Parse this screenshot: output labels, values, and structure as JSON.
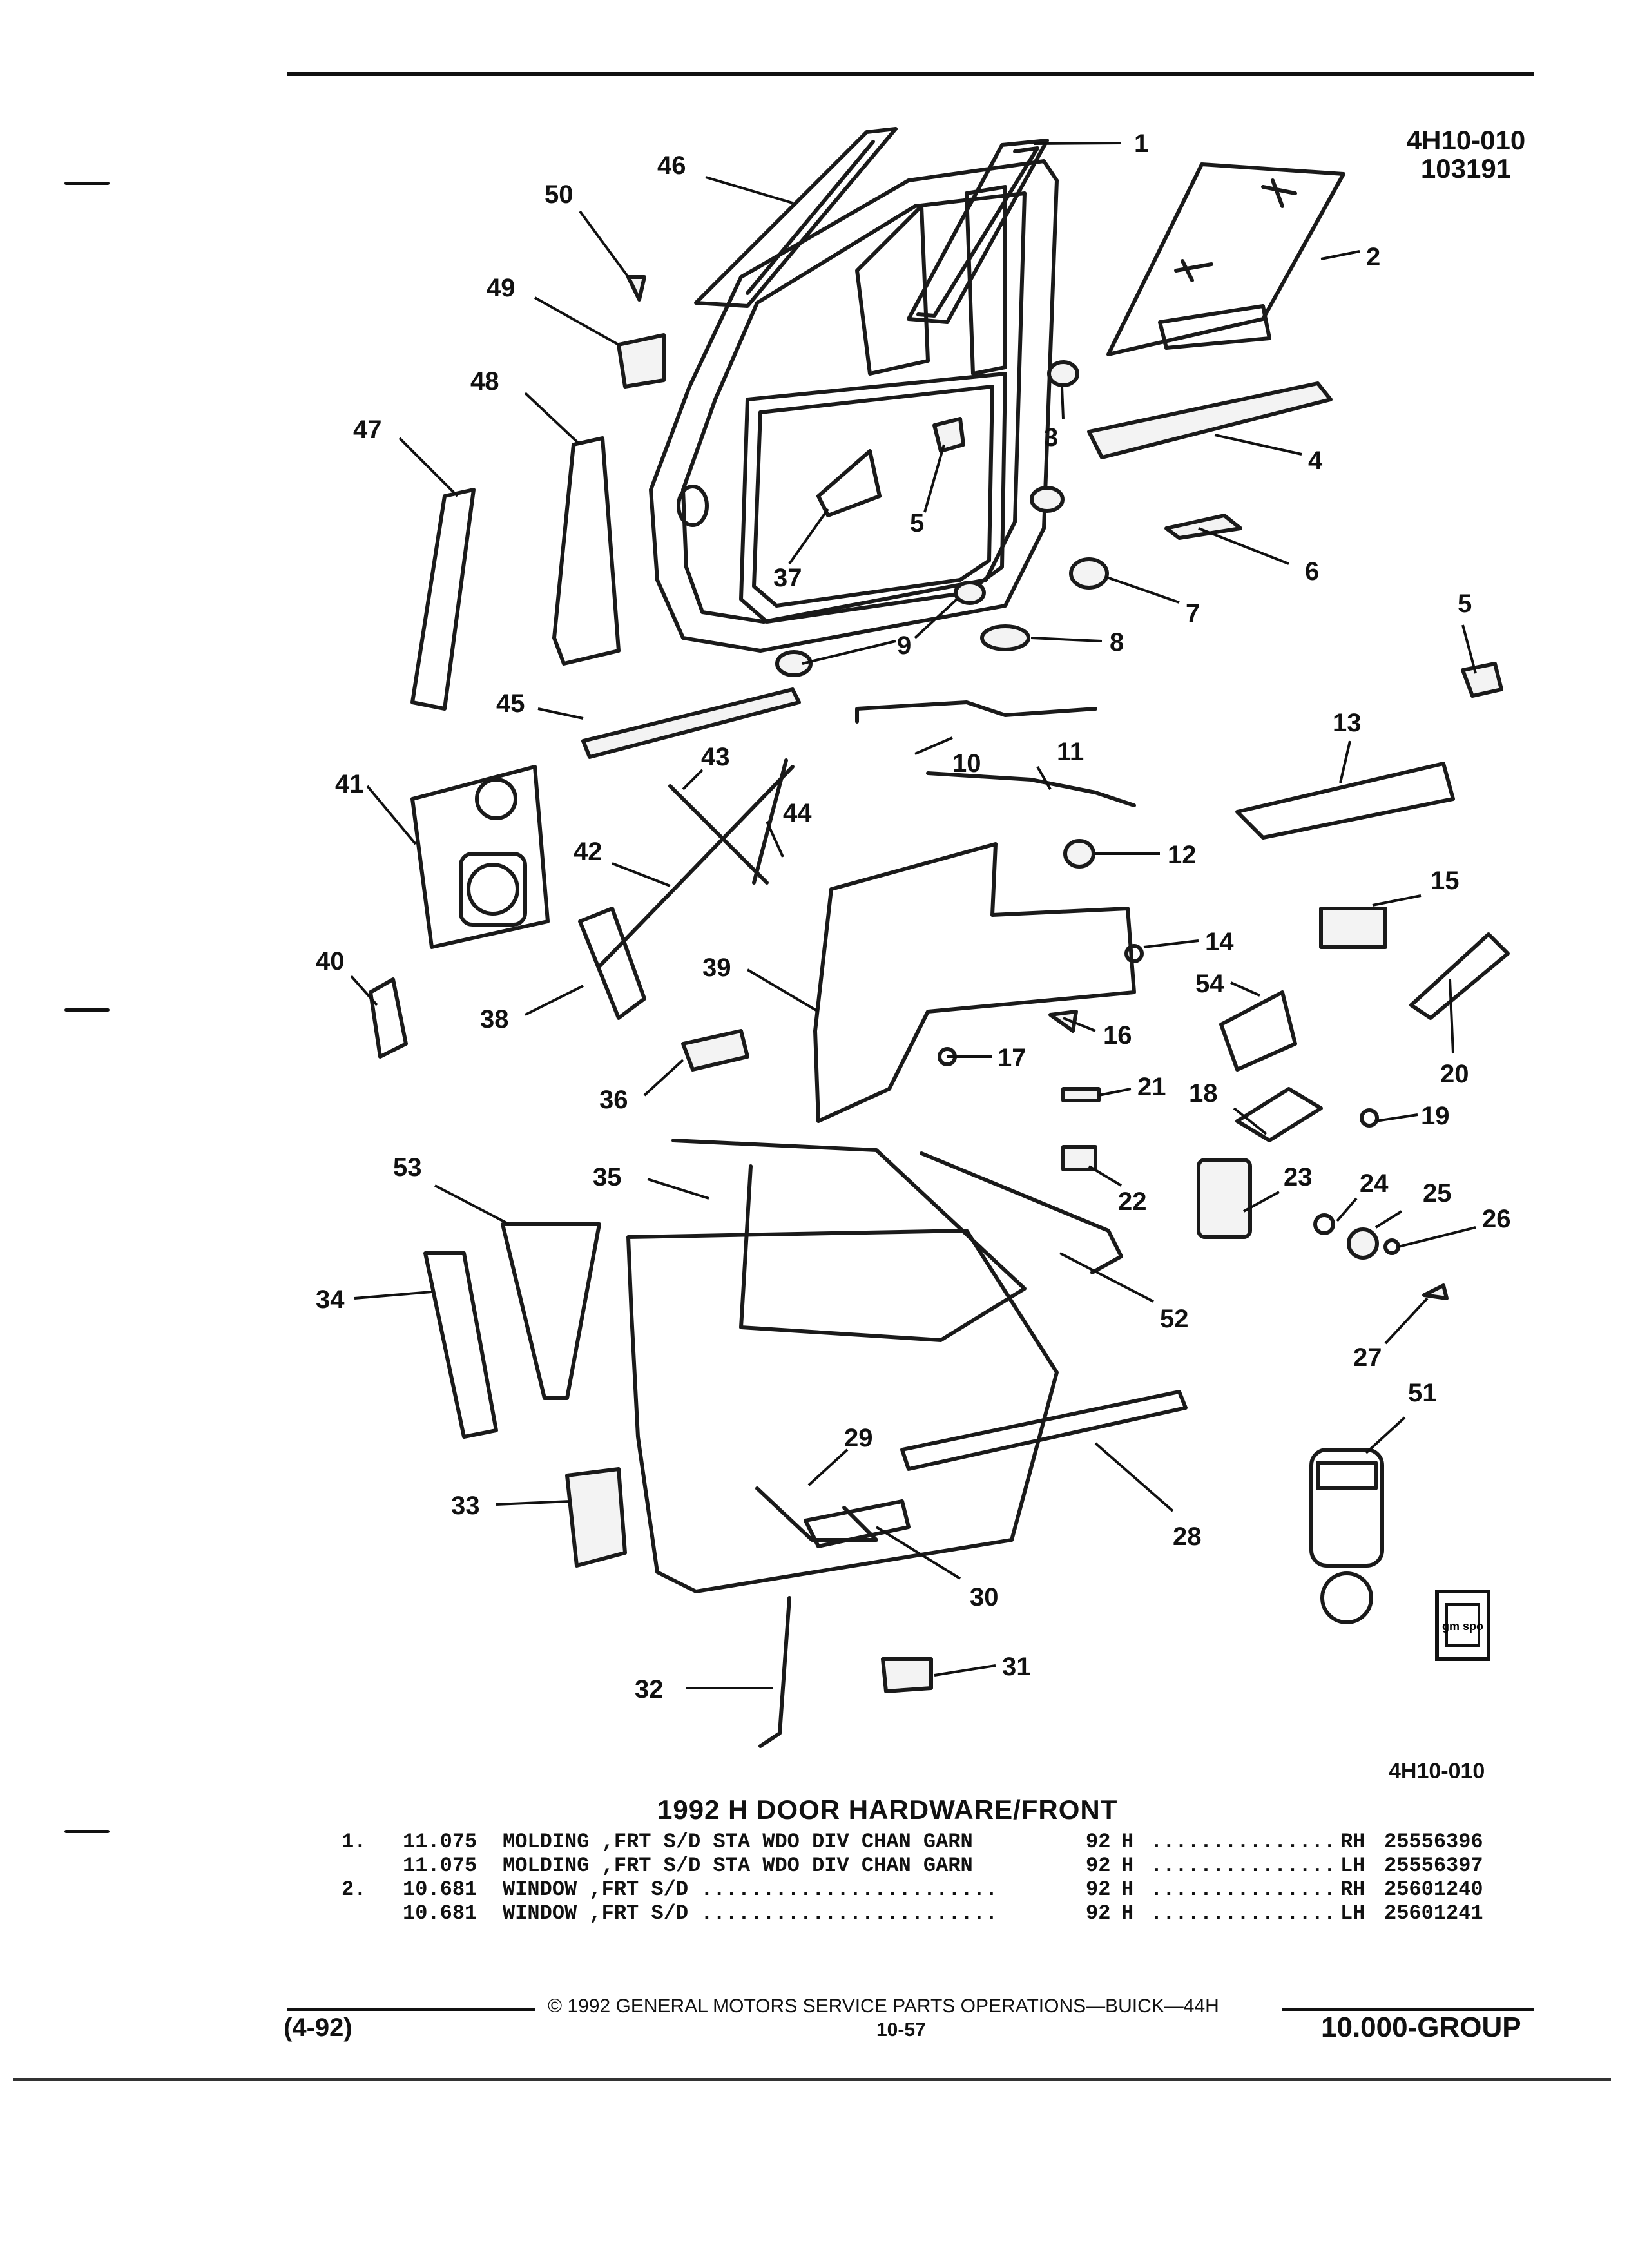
{
  "header": {
    "illustration_code": "4H10-010",
    "illustration_number": "103191"
  },
  "diagram": {
    "callouts": [
      "1",
      "2",
      "3",
      "4",
      "5",
      "5",
      "6",
      "7",
      "8",
      "9",
      "10",
      "11",
      "12",
      "13",
      "14",
      "15",
      "16",
      "17",
      "18",
      "19",
      "20",
      "21",
      "22",
      "23",
      "24",
      "25",
      "26",
      "27",
      "28",
      "29",
      "30",
      "31",
      "32",
      "33",
      "34",
      "35",
      "36",
      "37",
      "38",
      "39",
      "40",
      "41",
      "42",
      "43",
      "44",
      "45",
      "46",
      "47",
      "48",
      "49",
      "50",
      "51",
      "52",
      "53",
      "54"
    ],
    "bottom_code": "4H10-010",
    "logo_text": "gm spo"
  },
  "title": "1992 H DOOR HARDWARE/FRONT",
  "parts": [
    {
      "ref": "1.",
      "code": "11.075",
      "desc": "MOLDING ,FRT S/D STA WDO DIV CHAN GARN",
      "year": "92",
      "series": "H",
      "dots": "...............",
      "side": "RH",
      "part_no": "25556396"
    },
    {
      "ref": "",
      "code": "11.075",
      "desc": "MOLDING ,FRT S/D STA WDO DIV CHAN GARN",
      "year": "92",
      "series": "H",
      "dots": "...............",
      "side": "LH",
      "part_no": "25556397"
    },
    {
      "ref": "2.",
      "code": "10.681",
      "desc": "WINDOW ,FRT S/D ........................",
      "year": "92",
      "series": "H",
      "dots": "...............",
      "side": "RH",
      "part_no": "25601240"
    },
    {
      "ref": "",
      "code": "10.681",
      "desc": "WINDOW ,FRT S/D ........................",
      "year": "92",
      "series": "H",
      "dots": "...............",
      "side": "LH",
      "part_no": "25601241"
    }
  ],
  "footer": {
    "copyright": "© 1992 GENERAL MOTORS SERVICE PARTS OPERATIONS—BUICK—44H",
    "page": "10-57",
    "date": "(4-92)",
    "group": "10.000-GROUP"
  }
}
